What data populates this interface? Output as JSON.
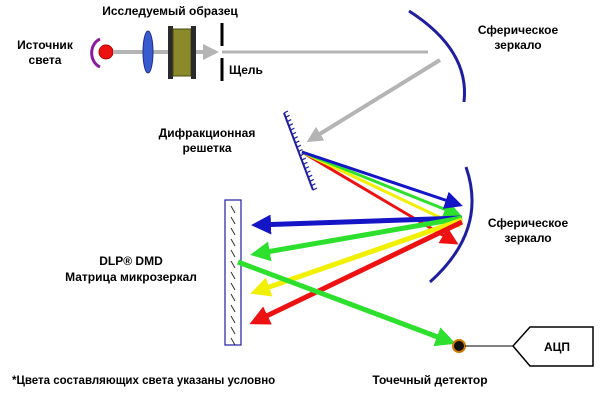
{
  "labels": {
    "light_source_1": "Источник",
    "light_source_2": "света",
    "sample": "Исследуемый образец",
    "slit": "Щель",
    "mirror1_1": "Сферическое",
    "mirror1_2": "зеркало",
    "grating_1": "Дифракционная",
    "grating_2": "решетка",
    "mirror2_1": "Сферическое",
    "mirror2_2": "зеркало",
    "dmd_1": "DLP®  DMD",
    "dmd_2": "Матрица микрозеркал",
    "adc": "АЦП",
    "detector": "Точечный детектор",
    "footnote": "*Цвета составляющих света указаны условно"
  },
  "colors": {
    "beam_white": "#b4b4b4",
    "blue": "#1515c8",
    "green": "#2ee02e",
    "yellow": "#f0f000",
    "red": "#ee1111",
    "mirror": "#1e1ea0",
    "lens": "#3a5bd0",
    "sample": "#8a8a2a",
    "source_dot": "#ee1111",
    "reflector": "#8a1aa0",
    "detector_ring": "#d07800",
    "dmd_border": "#1e1ea0"
  }
}
